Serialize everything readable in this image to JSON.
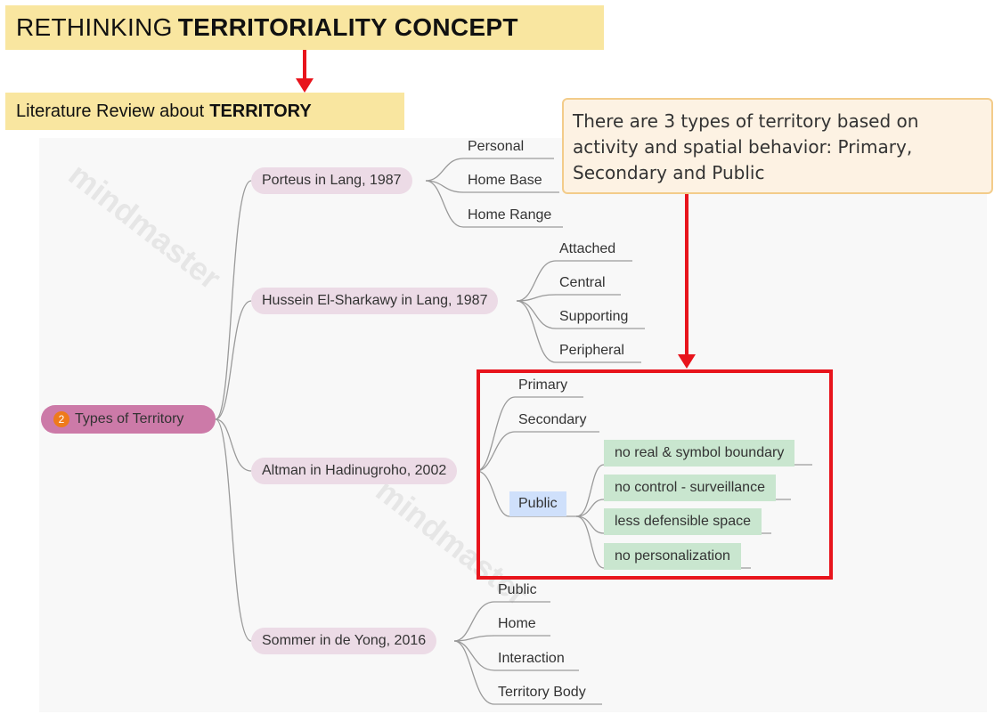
{
  "title": {
    "prefix": "RETHINKING ",
    "emphasis": "TERRITORIALITY CONCEPT"
  },
  "subtitle": {
    "prefix": "Literature Review about ",
    "emphasis": "TERRITORY"
  },
  "callout": "There are 3 types of territory based on activity and spatial behavior: Primary, Secondary and Public",
  "watermark": "mindmaster",
  "mindmap": {
    "root": {
      "badge": "2",
      "label": "Types of Territory"
    },
    "branches": [
      {
        "label": "Porteus in Lang, 1987",
        "children": [
          "Personal",
          "Home Base",
          "Home Range"
        ]
      },
      {
        "label": "Hussein El-Sharkawy in Lang, 1987",
        "children": [
          "Attached",
          "Central",
          "Supporting",
          "Peripheral"
        ]
      },
      {
        "label": "Altman in Hadinugroho, 2002",
        "children": [
          "Primary",
          "Secondary",
          "Public"
        ],
        "public_children": [
          "no real & symbol boundary",
          "no control - surveillance",
          "less defensible space",
          "no personalization"
        ]
      },
      {
        "label": "Sommer in de Yong, 2016",
        "children": [
          "Public",
          "Home",
          "Interaction",
          "Territory Body"
        ]
      }
    ]
  },
  "colors": {
    "banner": "#f9e6a0",
    "arrow": "#e8141c",
    "root": "#cc7aa8",
    "branch": "#ecdbe6",
    "green": "#c9e6cf",
    "public": "#cfe0fb"
  }
}
